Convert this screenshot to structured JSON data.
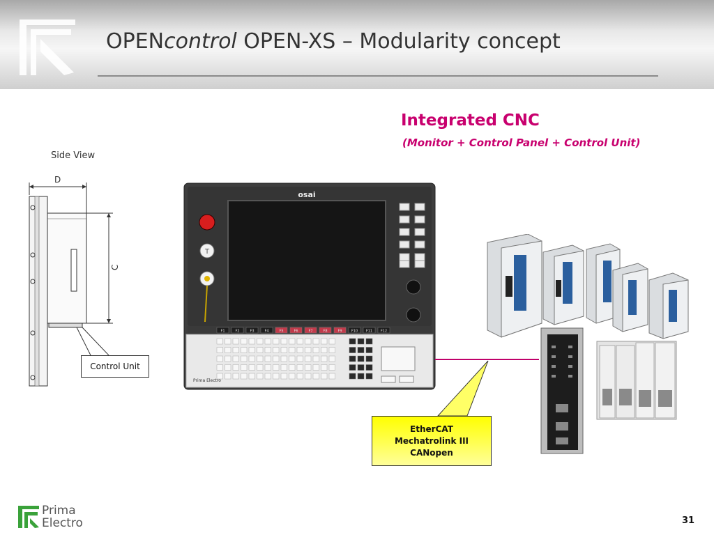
{
  "slide": {
    "title_prefix": "OPEN",
    "title_italic": "control",
    "title_suffix": " OPEN-XS – Modularity concept",
    "integrated_title": "Integrated CNC",
    "integrated_subtitle": "(Monitor + Control Panel + Control Unit)",
    "page_number": "31"
  },
  "side_view": {
    "label": "Side View",
    "dim_d": "D",
    "dim_c": "C",
    "control_unit_label": "Control Unit"
  },
  "panel": {
    "brand_logo": "osai",
    "function_keys": [
      "F1",
      "F2",
      "F3",
      "F4",
      "F5",
      "F6",
      "F7",
      "F8",
      "F9",
      "F10",
      "F11",
      "F12"
    ],
    "footer_logo": "Prima Electro"
  },
  "bus": {
    "lines": [
      "EtherCAT",
      "Mechatrolink III",
      "CANopen"
    ]
  },
  "footer": {
    "brand_line1": "Prima",
    "brand_line2": "Electro"
  },
  "colors": {
    "accent": "#c8006e",
    "callout_fill": "#ffff00"
  }
}
